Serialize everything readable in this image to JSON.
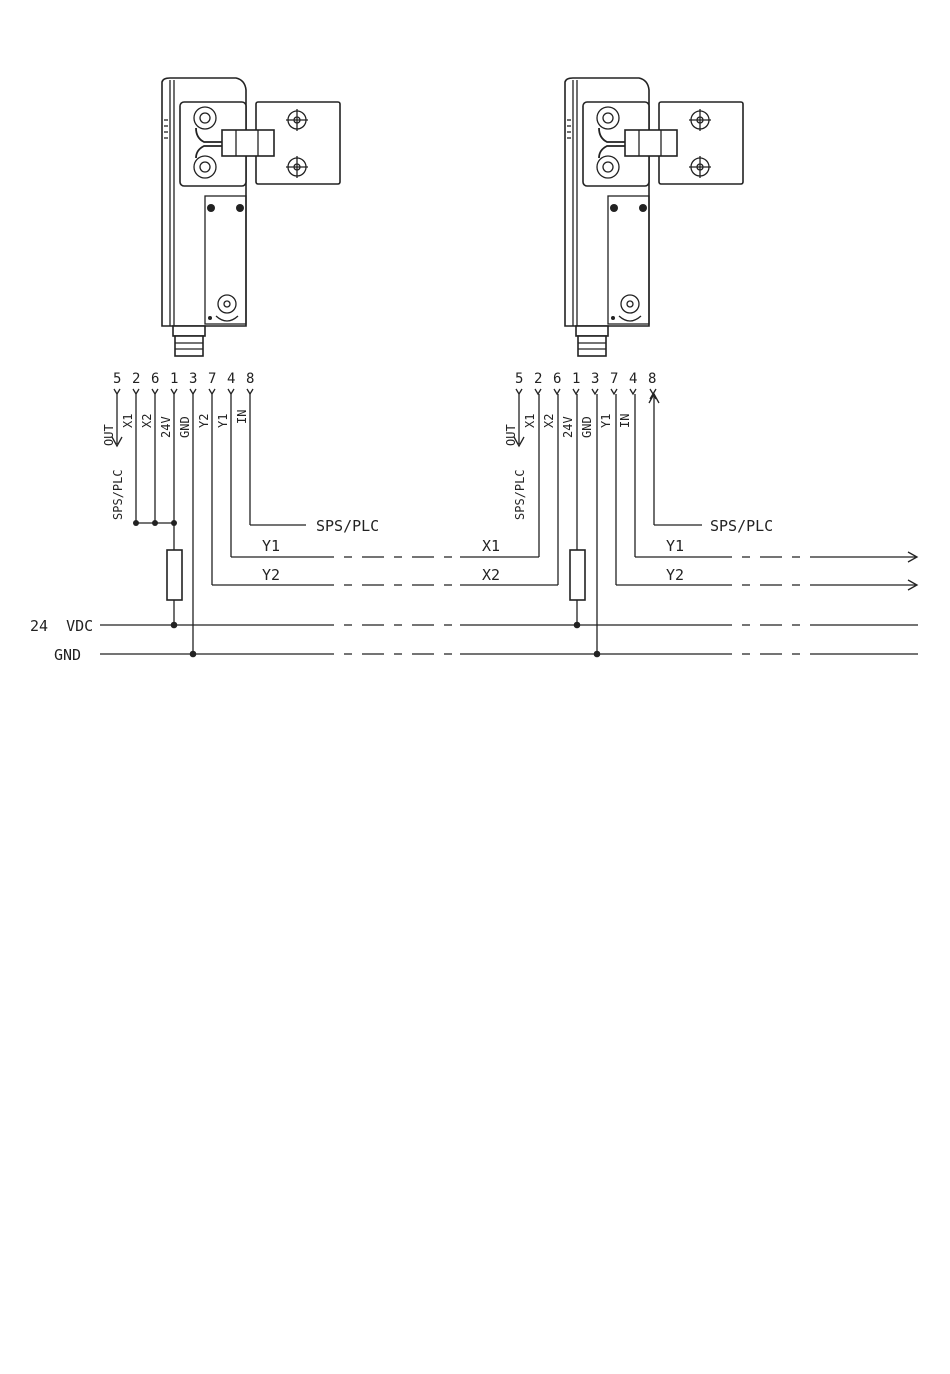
{
  "diagram": {
    "left_device": {
      "pins": [
        "5",
        "2",
        "6",
        "1",
        "3",
        "7",
        "4",
        "8"
      ],
      "pin_labels": [
        "OUT",
        "X1",
        "X2",
        "24V",
        "GND",
        "Y2",
        "Y1",
        "IN"
      ],
      "out_label": "SPS/PLC",
      "in_label": "SPS/PLC",
      "out_y1": "Y1",
      "out_y2": "Y2"
    },
    "right_device": {
      "pins": [
        "5",
        "2",
        "6",
        "1",
        "3",
        "7",
        "4",
        "8"
      ],
      "pin_labels": [
        "OUT",
        "X1",
        "X2",
        "24V",
        "GND",
        "Y1",
        "IN"
      ],
      "out_label": "SPS/PLC",
      "in_label": "SPS/PLC",
      "in_x1": "X1",
      "in_x2": "X2",
      "out_y1": "Y1",
      "out_y2": "Y2"
    },
    "rails": {
      "supply": "24  VDC",
      "ground": "GND"
    }
  }
}
